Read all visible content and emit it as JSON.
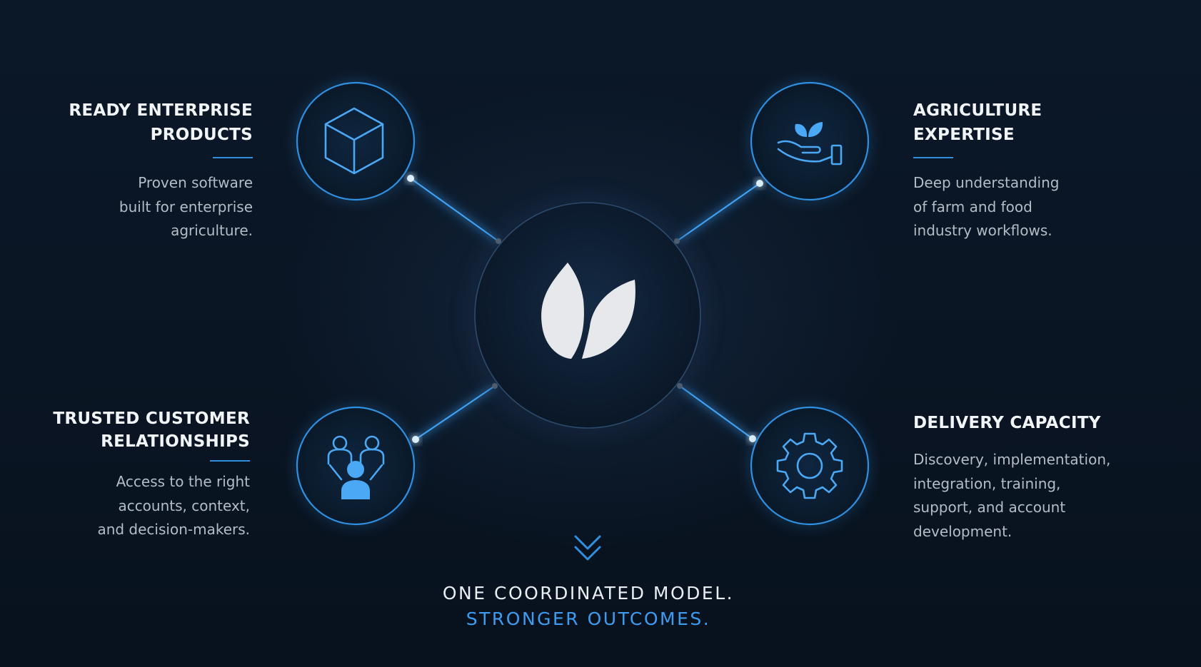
{
  "features": {
    "top_left": {
      "title_lines": [
        "READY ENTERPRISE",
        "PRODUCTS"
      ],
      "desc_lines": [
        "Proven software",
        "built for enterprise",
        "agriculture."
      ]
    },
    "top_right": {
      "title_lines": [
        "AGRICULTURE",
        "EXPERTISE"
      ],
      "desc_lines": [
        "Deep understanding",
        "of farm and food",
        "industry workflows."
      ]
    },
    "bottom_left": {
      "title_lines": [
        "TRUSTED CUSTOMER",
        "RELATIONSHIPS"
      ],
      "desc_lines": [
        "Access to the right",
        "accounts, context,",
        "and decision-makers."
      ]
    },
    "bottom_right": {
      "title_lines": [
        "DELIVERY CAPACITY"
      ],
      "desc_lines": [
        "Discovery, implementation,",
        "integration, training,",
        "support, and account",
        "development."
      ]
    }
  },
  "headline": {
    "line1": "ONE COORDINATED MODEL.",
    "line2": "STRONGER OUTCOMES."
  },
  "icons": {
    "center": "two-leaf-logo-icon",
    "top_left": "cube-icon",
    "top_right": "hand-holding-sprout-icon",
    "bottom_left": "people-group-icon",
    "bottom_right": "gear-icon",
    "arrow": "double-chevron-down-icon"
  },
  "colors": {
    "background": "#0a1625",
    "accent": "#2f8fe0",
    "accent_highlight": "#3c9cf2",
    "title": "#f2f5f8",
    "body_text": "#b4bcc6",
    "logo": "#e6e8eb"
  }
}
